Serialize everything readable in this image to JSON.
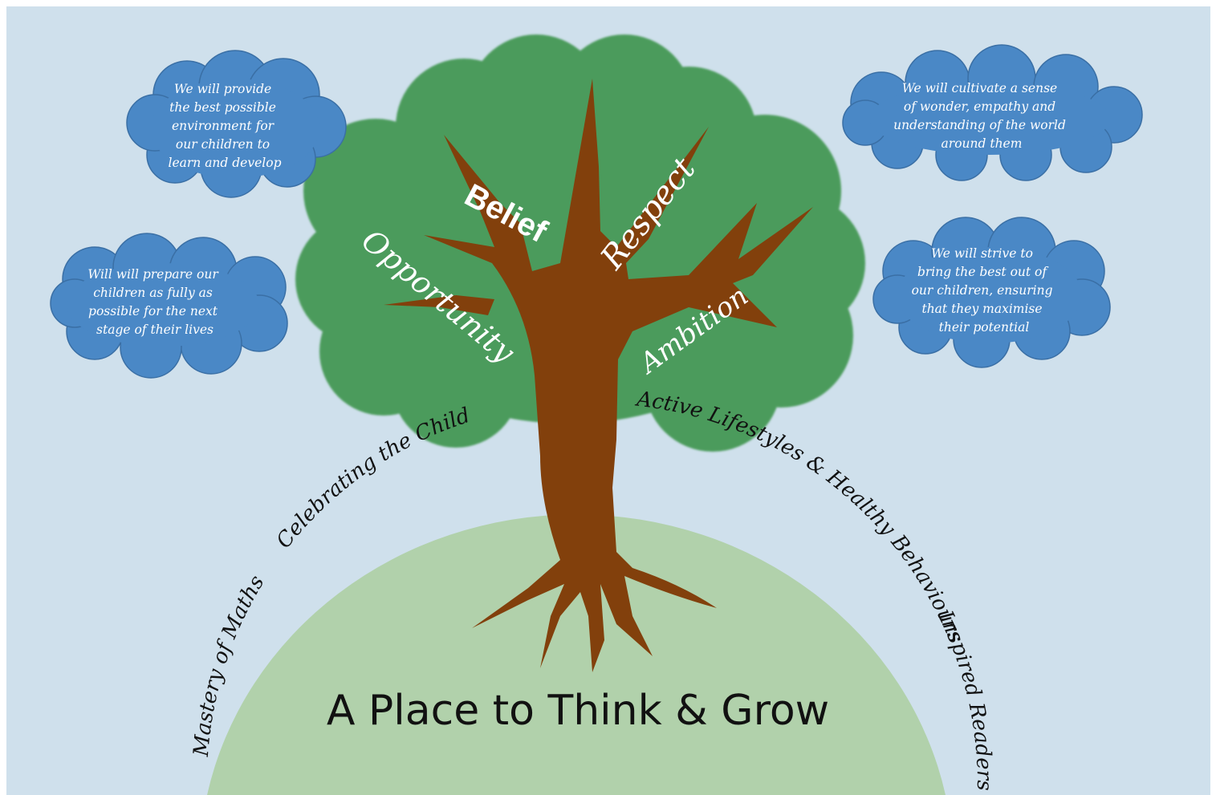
{
  "title": "A Place to Think & Grow",
  "values": {
    "belief": "Belief",
    "respect": "Respect",
    "opportunity": "Opportunity",
    "ambition": "Ambition"
  },
  "clouds": {
    "top_left": [
      "We will provide",
      "the best possible",
      "environment for",
      "our children to",
      "learn and develop"
    ],
    "mid_left": [
      "Will will prepare our",
      "children as fully as",
      "possible for the next",
      "stage of their lives"
    ],
    "top_right": [
      "We will cultivate a sense",
      "of wonder, empathy and",
      "understanding of the world",
      "around them"
    ],
    "mid_right": [
      "We will strive to",
      "bring the best out of",
      "our children, ensuring",
      "that they maximise",
      "their potential"
    ]
  },
  "arc_labels": {
    "mastery": "Mastery of Maths",
    "celebrating": "Celebrating the Child",
    "active": "Active Lifestyles & Healthy Behaviours",
    "inspired": "Inspired Readers"
  },
  "colors": {
    "background": "#cfe0ec",
    "canopy": "#4c9b5b",
    "trunk": "#82400c",
    "hill": "#b1d1ab",
    "cloud": "#4a88c6",
    "cloud_outline": "#3a6fa5"
  }
}
